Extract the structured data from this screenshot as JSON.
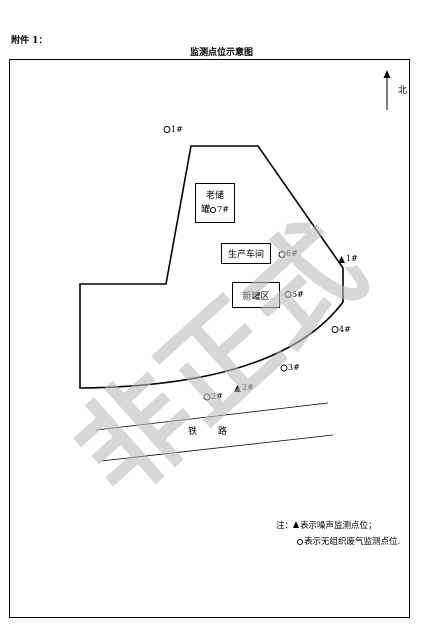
{
  "header": {
    "attachment": "附件 1：",
    "title": "监测点位示意图"
  },
  "compass": {
    "label": "北"
  },
  "buildings": {
    "old_tank_line1": "老储",
    "old_tank_line2": "罐",
    "old_tank_point": "7#",
    "workshop": "生产车间",
    "new_tank": "新罐区"
  },
  "points": {
    "p1": "1#",
    "p2": "2#",
    "p3": "3#",
    "p4": "4#",
    "p5": "5#",
    "p6": "6#",
    "n1": "1#",
    "n2": "2#"
  },
  "railway": {
    "char1": "铁",
    "char2": "路"
  },
  "legend": {
    "prefix": "注：",
    "noise": "表示噪声监测点位；",
    "gas": "表示无组织废气监测点位."
  },
  "watermark": {
    "text": "非正式"
  },
  "colors": {
    "watermark": "#bdbdbd",
    "line": "#000000"
  }
}
